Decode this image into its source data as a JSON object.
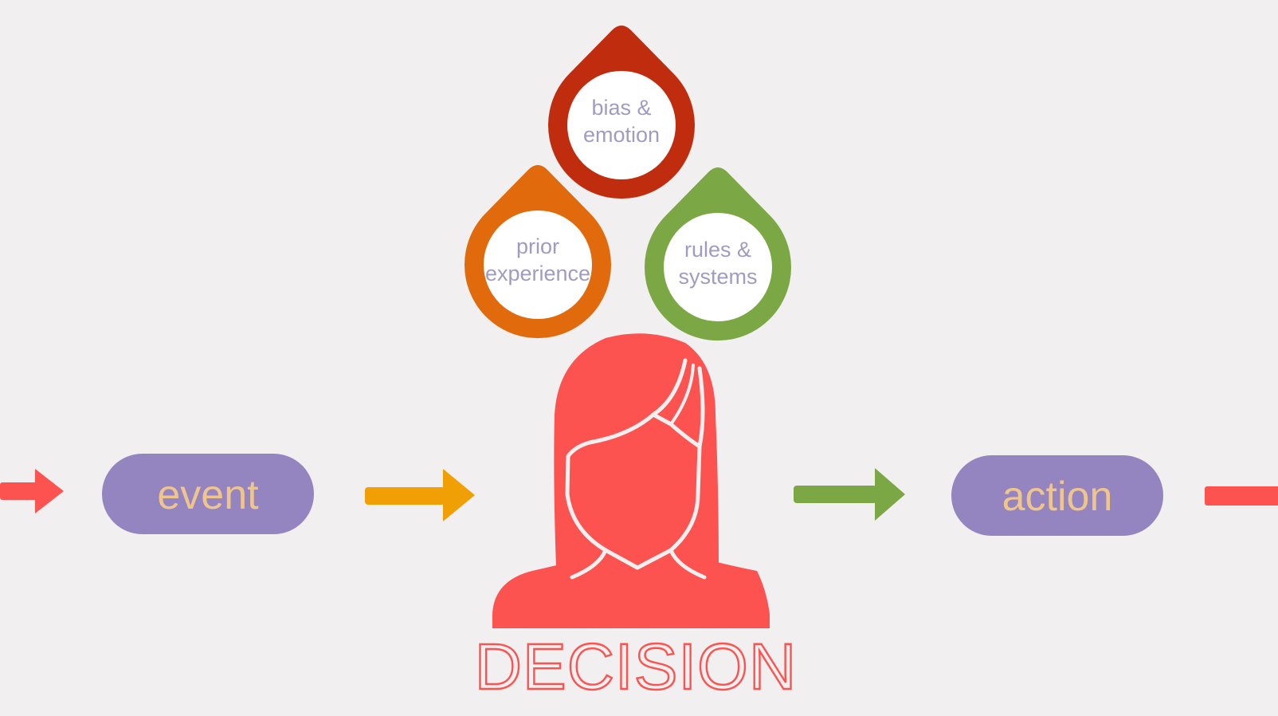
{
  "diagram": {
    "flow": {
      "event_label": "event",
      "action_label": "action",
      "decision_label": "DECISION"
    },
    "influences": [
      {
        "id": "bias-emotion",
        "line1": "bias &",
        "line2": "emotion",
        "color": "#c02d0e"
      },
      {
        "id": "prior-experience",
        "line1": "prior",
        "line2": "experience",
        "color": "#e06a0c"
      },
      {
        "id": "rules-systems",
        "line1": "rules &",
        "line2": "systems",
        "color": "#7ba744"
      }
    ]
  },
  "colors": {
    "background": "#f1efef",
    "pill": "#9484c0",
    "pill_text": "#efc58c",
    "person": "#fd5350",
    "decision_text": "#fd5350",
    "drop_text": "#a29bc1",
    "arrow_left": "#fd5350",
    "arrow_event": "#f0a004",
    "arrow_decision": "#7ba744",
    "arrow_right": "#fd5350"
  },
  "icons": {
    "person": "woman-silhouette-icon",
    "arrow": "arrow-right-icon"
  }
}
